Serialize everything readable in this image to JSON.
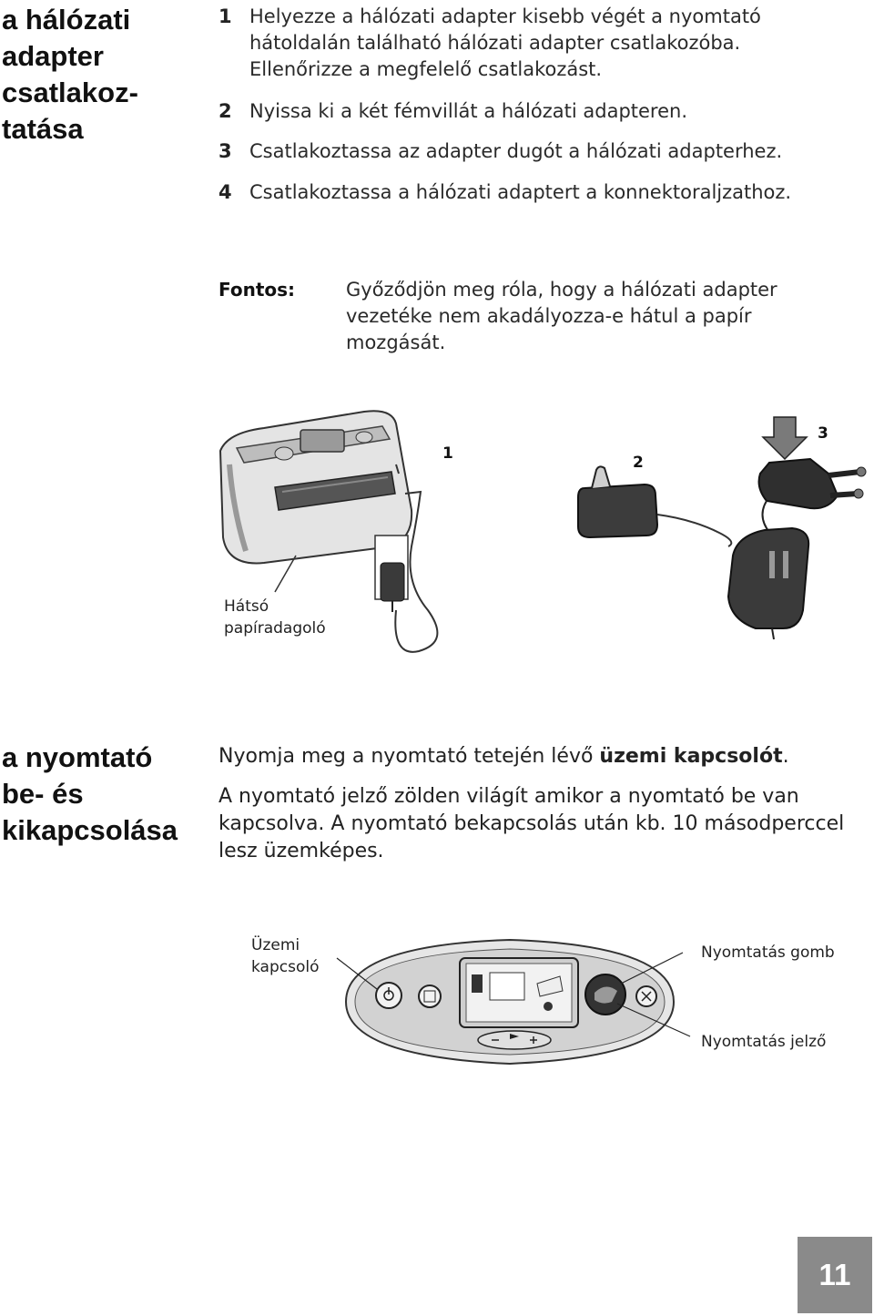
{
  "section1": {
    "title_lines": [
      "a hálózati",
      "adapter",
      "csatlakoz-",
      "tatása"
    ],
    "steps": [
      {
        "num": "1",
        "lines": [
          "Helyezze a hálózati adapter kisebb végét a nyomtató",
          "hátoldalán található hálózati adapter csatlakozóba.",
          "Ellenőrizze a megfelelő csatlakozást."
        ]
      },
      {
        "num": "2",
        "lines": [
          "Nyissa ki a két fémvillát a hálózati adapteren."
        ]
      },
      {
        "num": "3",
        "lines": [
          "Csatlakoztassa az adapter dugót a hálózati adapterhez."
        ]
      },
      {
        "num": "4",
        "lines": [
          "Csatlakoztassa a hálózati adaptert a konnektoraljzathoz."
        ]
      }
    ],
    "note_label": "Fontos:",
    "note_lines": [
      "Győződjön meg róla, hogy a hálózati adapter",
      "vezetéke nem akadályozza-e hátul a papír",
      "mozgását."
    ],
    "figure": {
      "callout_1": "1",
      "callout_2": "2",
      "callout_3": "3",
      "rear_tray_lines": [
        "Hátsó",
        "papíradagoló"
      ]
    }
  },
  "section2": {
    "title_lines": [
      "a nyomtató",
      "be- és",
      "kikapcsolása"
    ],
    "para1_prefix": "Nyomja meg a nyomtató tetején lévő ",
    "para1_bold": "üzemi kapcsolót",
    "para1_suffix": ".",
    "para2_lines": [
      "A nyomtató jelző zölden világít amikor a nyomtató be van",
      "kapcsolva. A nyomtató bekapcsolás után kb. 10 másodperccel",
      "lesz üzemképes."
    ],
    "figure": {
      "power_label_lines": [
        "Üzemi",
        "kapcsoló"
      ],
      "print_button_label": "Nyomtatás gomb",
      "print_indicator_label": "Nyomtatás jelző"
    }
  },
  "page_number": "11"
}
